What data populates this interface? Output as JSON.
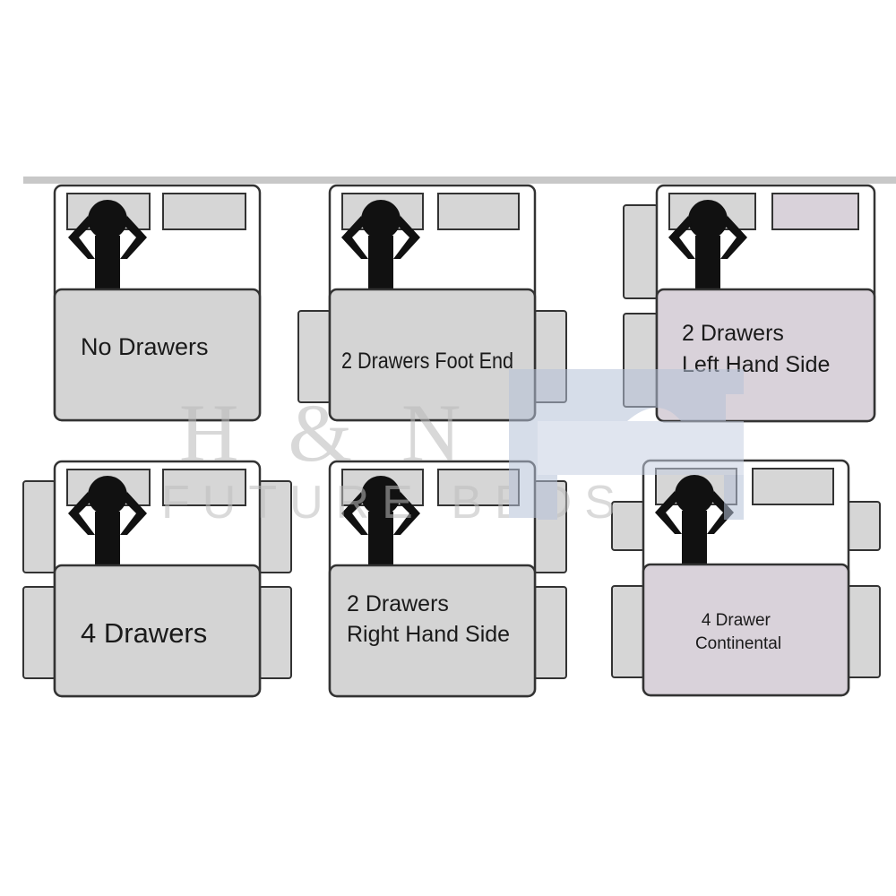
{
  "watermark": {
    "brand": "H & N",
    "tagline": "FUTURE BEDS"
  },
  "beds": [
    {
      "label_lines": [
        "No Drawers"
      ]
    },
    {
      "label_lines": [
        "2 Drawers Foot End"
      ]
    },
    {
      "label_lines": [
        "2 Drawers",
        "Left Hand Side"
      ]
    },
    {
      "label_lines": [
        "4 Drawers"
      ]
    },
    {
      "label_lines": [
        "2 Drawers",
        "Right Hand Side"
      ]
    },
    {
      "label_lines": [
        "4 Drawer",
        "Continental"
      ]
    }
  ],
  "colors": {
    "outline": "#333333",
    "drawer_fill": "#d6d6d6",
    "duvet_fill": "#d4d4d4",
    "duvet_tinted_fill": "#d9d2da",
    "silhouette": "#111111",
    "top_rule": "#c8c8c8",
    "watermark": "#b9b9b9",
    "watermark_logo": "#b6c2d8"
  }
}
